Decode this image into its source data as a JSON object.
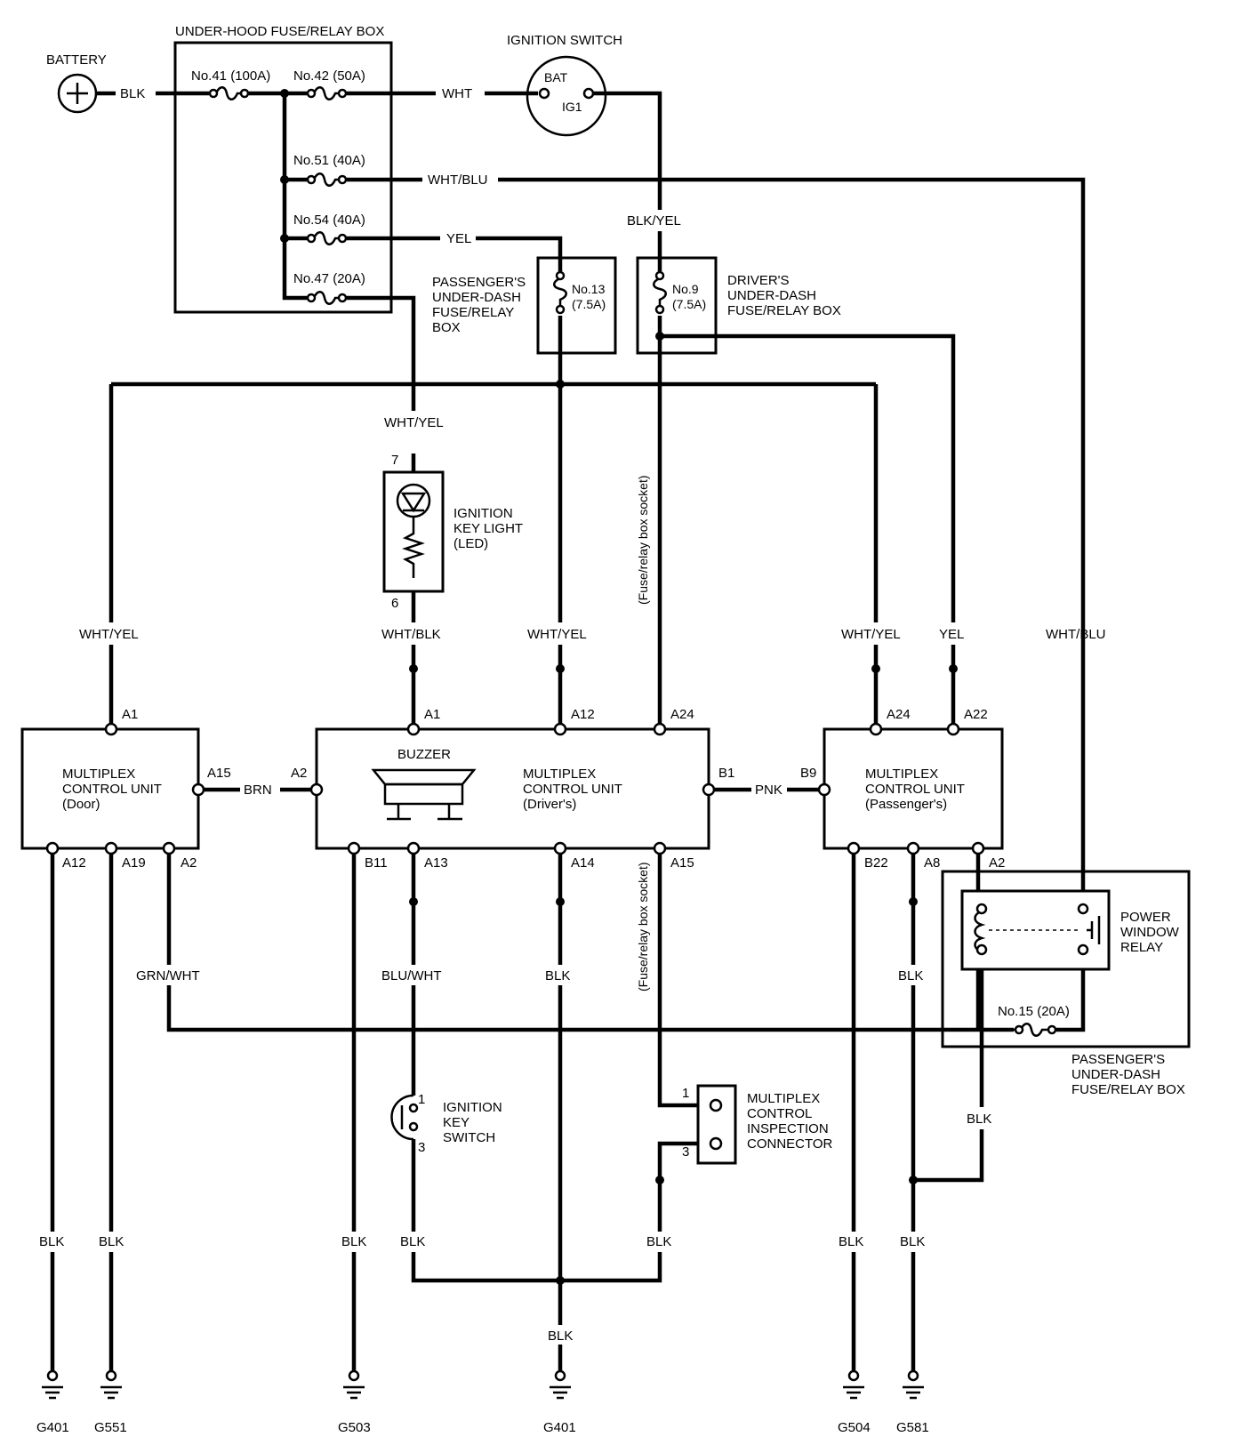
{
  "labels": {
    "battery": "BATTERY",
    "underhood_box": "UNDER-HOOD FUSE/RELAY BOX",
    "ignition_switch": "IGNITION SWITCH",
    "bat": "BAT",
    "ig1": "IG1",
    "fuse41": "No.41 (100A)",
    "fuse42": "No.42 (50A)",
    "fuse51": "No.51 (40A)",
    "fuse54": "No.54 (40A)",
    "fuse47": "No.47 (20A)",
    "fuse13_a": "No.13",
    "fuse13_b": "(7.5A)",
    "fuse9_a": "No.9",
    "fuse9_b": "(7.5A)",
    "fuse15": "No.15 (20A)",
    "pass_box_top": [
      "PASSENGER'S",
      "UNDER-DASH",
      "FUSE/RELAY",
      "BOX"
    ],
    "driver_box": [
      "DRIVER'S",
      "UNDER-DASH",
      "FUSE/RELAY BOX"
    ],
    "pass_box_bottom": [
      "PASSENGER'S",
      "UNDER-DASH",
      "FUSE/RELAY BOX"
    ],
    "key_light": [
      "IGNITION",
      "KEY LIGHT",
      "(LED)"
    ],
    "key_switch": [
      "IGNITION",
      "KEY",
      "SWITCH"
    ],
    "mcu_door": [
      "MULTIPLEX",
      "CONTROL UNIT",
      "(Door)"
    ],
    "mcu_driver": [
      "MULTIPLEX",
      "CONTROL UNIT",
      "(Driver's)"
    ],
    "mcu_pass": [
      "MULTIPLEX",
      "CONTROL UNIT",
      "(Passenger's)"
    ],
    "buzzer": "BUZZER",
    "pw_relay": [
      "POWER",
      "WINDOW",
      "RELAY"
    ],
    "insp_conn": [
      "MULTIPLEX",
      "CONTROL",
      "INSPECTION",
      "CONNECTOR"
    ],
    "socket_note": "(Fuse/relay box socket)"
  },
  "wires": {
    "blk": "BLK",
    "wht": "WHT",
    "wht_blu": "WHT/BLU",
    "yel": "YEL",
    "blk_yel": "BLK/YEL",
    "wht_yel": "WHT/YEL",
    "wht_blk": "WHT/BLK",
    "brn": "BRN",
    "pnk": "PNK",
    "grn_wht": "GRN/WHT",
    "blu_wht": "BLU/WHT"
  },
  "pins": {
    "a1": "A1",
    "a2": "A2",
    "a8": "A8",
    "a12": "A12",
    "a13": "A13",
    "a14": "A14",
    "a15": "A15",
    "a19": "A19",
    "a22": "A22",
    "a24": "A24",
    "b1": "B1",
    "b9": "B9",
    "b11": "B11",
    "b22": "B22",
    "p1": "1",
    "p3": "3",
    "p6": "6",
    "p7": "7"
  },
  "grounds": {
    "g401a": "G401",
    "g551": "G551",
    "g503": "G503",
    "g401b": "G401",
    "g504": "G504",
    "g581": "G581"
  }
}
